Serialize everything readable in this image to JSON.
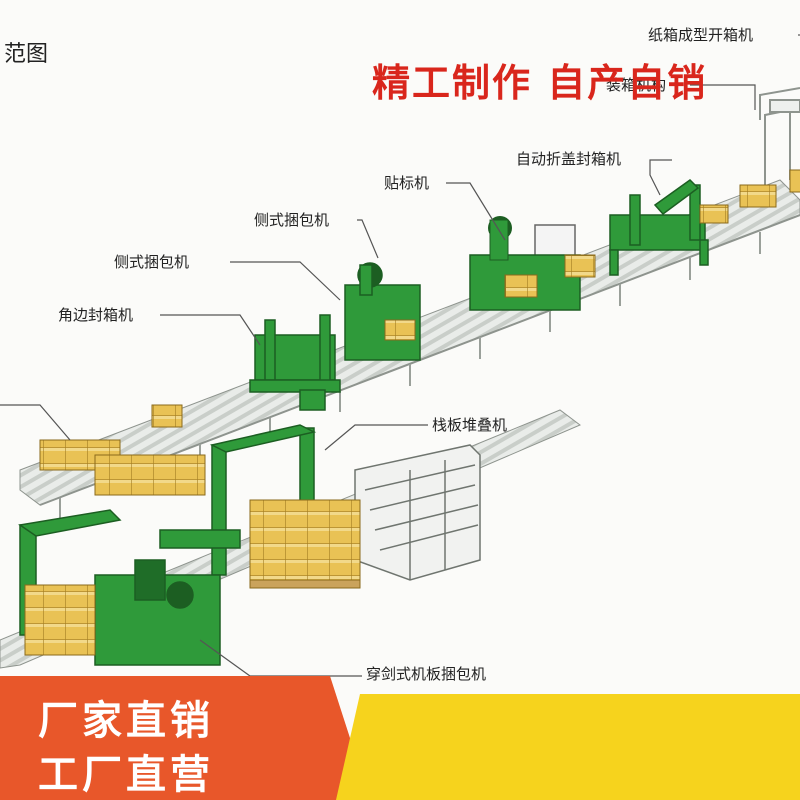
{
  "title": "范图",
  "labels": {
    "carton_forming": "纸箱成型开箱机",
    "case_packing": "装箱机构",
    "auto_fold_seal": "自动折盖封箱机",
    "labeling": "贴标机",
    "side_strapping_1": "侧式捆包机",
    "side_strapping_2": "侧式捆包机",
    "corner_sealing": "角边封箱机",
    "pallet_stacker": "栈板堆叠机",
    "lance_strapping": "穿剑式机板捆包机"
  },
  "banner": {
    "line1": "厂家直销",
    "line2": "工厂直营",
    "slogan": "精工制作 自产自销"
  },
  "colors": {
    "machine_green": "#2f9a3a",
    "carton_yellow": "#e9c255",
    "banner_orange": "#e8572a",
    "banner_yellow": "#f6d31d",
    "slogan_red": "#d9261c"
  }
}
